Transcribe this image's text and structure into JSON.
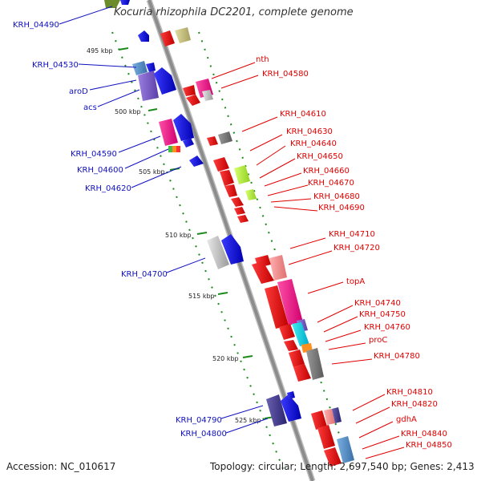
{
  "title": "Kocuria rhizophila DC2201, complete genome",
  "accession": "Accession: NC_010617",
  "summary": "Topology: circular; Length: 2,697,540 bp; Genes: 2,413",
  "colors": {
    "left_label": "#1010c0",
    "right_label": "#e00000",
    "backbone": "#8c8c8c",
    "tick_dots": "#1a8a1a"
  },
  "ticks": [
    "495 kbp",
    "500 kbp",
    "505 kbp",
    "510 kbp",
    "515 kbp",
    "520 kbp",
    "525 kbp"
  ],
  "left_labels": [
    "KRH_04490",
    "KRH_04530",
    "aroD",
    "acs",
    "KRH_04590",
    "KRH_04600",
    "KRH_04620",
    "KRH_04700",
    "KRH_04790",
    "KRH_04800"
  ],
  "right_labels": [
    "nth",
    "KRH_04580",
    "KRH_04610",
    "KRH_04630",
    "KRH_04640",
    "KRH_04650",
    "KRH_04660",
    "KRH_04670",
    "KRH_04680",
    "KRH_04690",
    "KRH_04710",
    "KRH_04720",
    "topA",
    "KRH_04740",
    "KRH_04750",
    "KRH_04760",
    "proC",
    "KRH_04780",
    "KRH_04810",
    "KRH_04820",
    "gdhA",
    "KRH_04840",
    "KRH_04850"
  ]
}
